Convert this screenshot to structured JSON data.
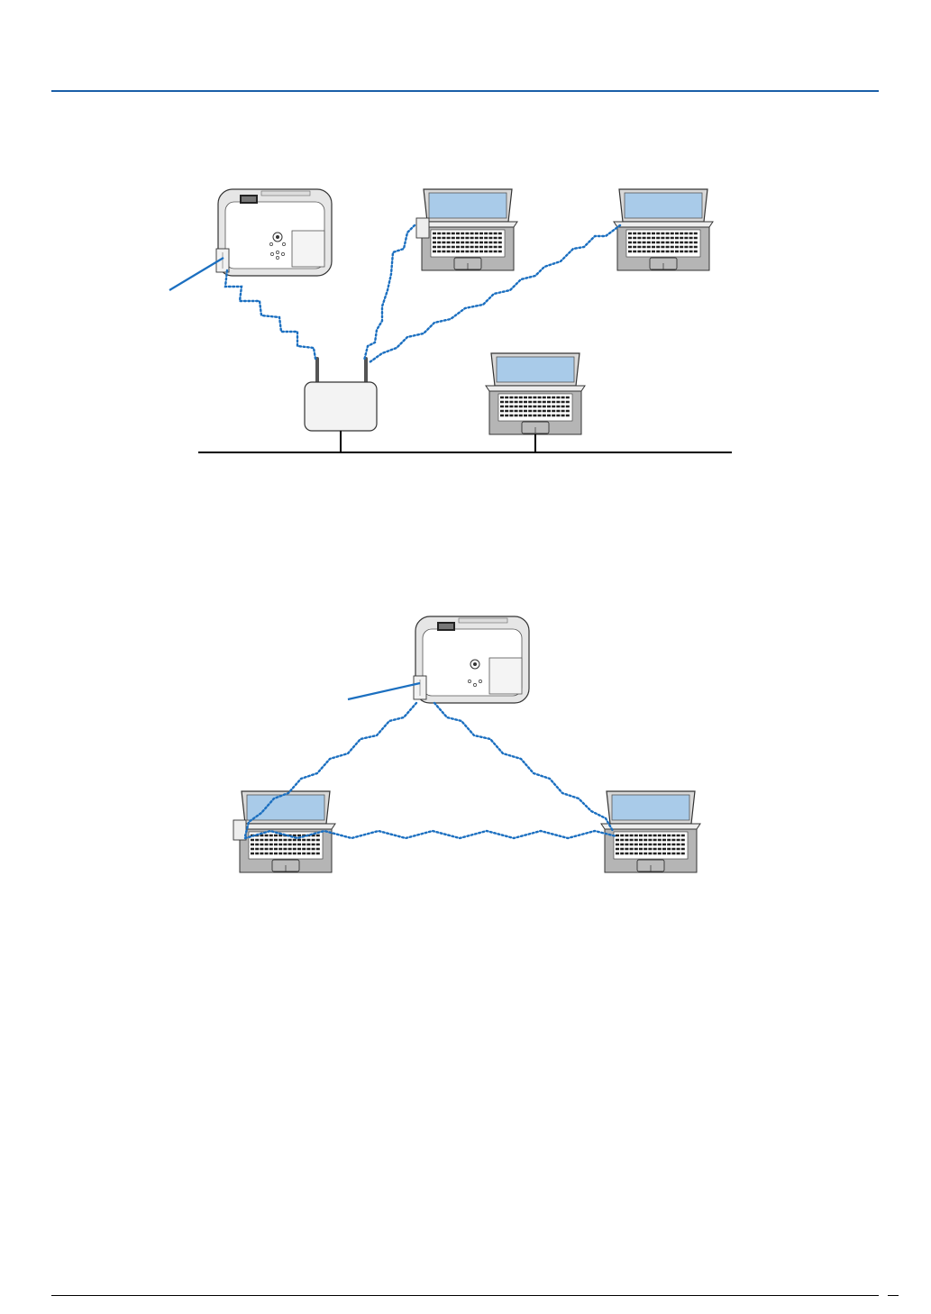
{
  "colors": {
    "accent_rule": "#1a5fa8",
    "connection": "#1b6fc0",
    "pointer": "#1b6fc0",
    "screen": "#a9cbe9",
    "device_body": "#e6e6e6",
    "device_base": "#b5b5b5",
    "outline": "#333333"
  },
  "icons": {
    "projector": "projector-icon",
    "laptop": "laptop-icon",
    "router": "wireless-router-icon",
    "wireless_link": "wireless-connection",
    "lan_cable": "wired-lan-line"
  },
  "figures": [
    {
      "id": "infrastructure",
      "devices": [
        "projector",
        "laptop",
        "laptop",
        "wireless-router",
        "laptop"
      ],
      "wireless_links": [
        [
          "projector",
          "wireless-router"
        ],
        [
          "laptop-1",
          "wireless-router"
        ],
        [
          "laptop-2",
          "wireless-router"
        ]
      ],
      "wired_links": [
        [
          "wireless-router",
          "lan"
        ],
        [
          "laptop-3",
          "lan"
        ]
      ]
    },
    {
      "id": "ad-hoc",
      "devices": [
        "projector",
        "laptop",
        "laptop"
      ],
      "wireless_links": [
        [
          "projector",
          "laptop-1"
        ],
        [
          "projector",
          "laptop-2"
        ],
        [
          "laptop-1",
          "laptop-2"
        ]
      ]
    }
  ]
}
